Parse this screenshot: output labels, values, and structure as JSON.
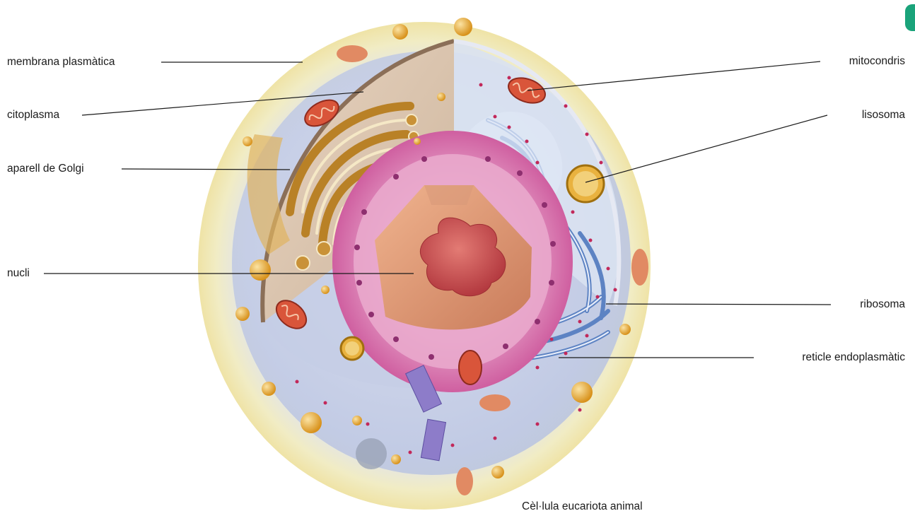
{
  "labels_left": [
    {
      "id": "membrane",
      "text": "membrana plasmàtica"
    },
    {
      "id": "cytoplasm",
      "text": "citoplasma"
    },
    {
      "id": "golgi",
      "text": "aparell de Golgi"
    },
    {
      "id": "nucleus",
      "text": "nucli"
    }
  ],
  "labels_right": [
    {
      "id": "mitochondria",
      "text": "mitocondris"
    },
    {
      "id": "lysosome",
      "text": "lisosoma"
    },
    {
      "id": "ribosome",
      "text": "ribosoma"
    },
    {
      "id": "er",
      "text": "reticle endoplasmàtic"
    }
  ],
  "caption": "Cèl·lula eucariota animal",
  "colors": {
    "accent_tab": "#1aa37a",
    "membrane": "#f3e9b0",
    "cytoplasm_blue": "#c6cfe6",
    "nucleus_envelope": "#d46aa6",
    "nucleolus": "#c94a4a",
    "golgi": "#c9983a",
    "er": "#7fa3d6",
    "mitochondria": "#d9553a",
    "ribosome_dots": "#c2285a",
    "vesicle": "#e2a93a"
  }
}
